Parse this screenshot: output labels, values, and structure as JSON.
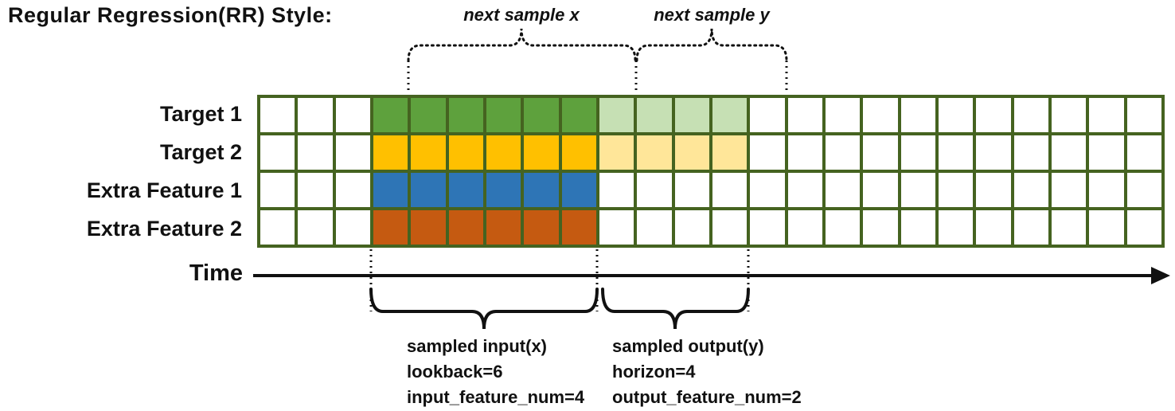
{
  "title": "Regular Regression(RR) Style:",
  "colors": {
    "grid_border": "#456320",
    "empty_cell": "#ffffff",
    "input_row_colors": [
      "#5ea13d",
      "#ffc000",
      "#2e75b6",
      "#c55a11"
    ],
    "output_row_colors": [
      "#c6e0b4",
      "#ffe699",
      null,
      null
    ],
    "annotation_line": "#111111"
  },
  "grid": {
    "rows": [
      "Target 1",
      "Target 2",
      "Extra Feature 1",
      "Extra Feature 2"
    ],
    "num_columns": 24,
    "input_start_col": 3,
    "lookback": 6,
    "horizon": 4
  },
  "annotations": {
    "next_sample_x": "next sample x",
    "next_sample_y": "next sample y",
    "time_label": "Time",
    "input_lines": [
      "sampled input(x)",
      "lookback=6",
      "input_feature_num=4"
    ],
    "output_lines": [
      "sampled output(y)",
      "horizon=4",
      "output_feature_num=2"
    ]
  }
}
